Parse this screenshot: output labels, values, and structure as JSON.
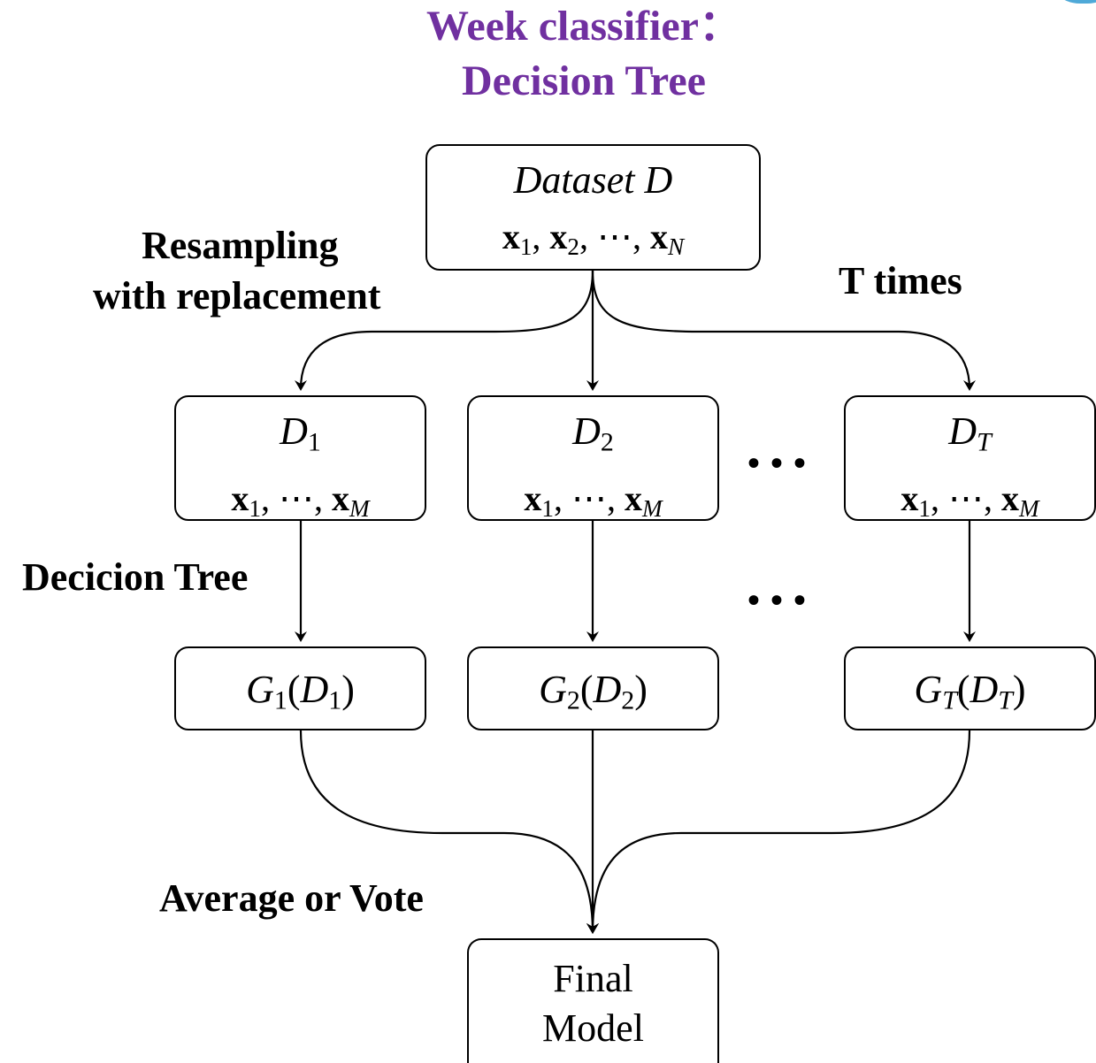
{
  "title": {
    "line1": "Week classifier：",
    "line2": "Decision Tree"
  },
  "labels": {
    "resampling_line1": "Resampling",
    "resampling_line2": "with replacement",
    "t_times": "T times",
    "decicion_tree": "Decicion Tree",
    "average_or_vote": "Average or Vote"
  },
  "dataset": {
    "title_word": "Dataset",
    "title_symbol": "D",
    "vars": "x",
    "sub1": "1",
    "sub2": "2",
    "subN": "N",
    "ellipsis": "⋯"
  },
  "subsets": [
    {
      "symbol": "D",
      "sub": "1",
      "vars": "x",
      "sub_first": "1",
      "sub_last": "M",
      "ellipsis": "⋯"
    },
    {
      "symbol": "D",
      "sub": "2",
      "vars": "x",
      "sub_first": "1",
      "sub_last": "M",
      "ellipsis": "⋯"
    },
    {
      "symbol": "D",
      "sub": "T",
      "vars": "x",
      "sub_first": "1",
      "sub_last": "M",
      "ellipsis": "⋯"
    }
  ],
  "models": [
    {
      "g": "G",
      "sub": "1",
      "d": "D",
      "dsub": "1"
    },
    {
      "g": "G",
      "sub": "2",
      "d": "D",
      "dsub": "2"
    },
    {
      "g": "G",
      "sub": "T",
      "d": "D",
      "dsub": "T"
    }
  ],
  "final": {
    "line1": "Final",
    "line2": "Model"
  },
  "dots": "•••",
  "colors": {
    "title": "#7030a0",
    "line": "#000000"
  }
}
